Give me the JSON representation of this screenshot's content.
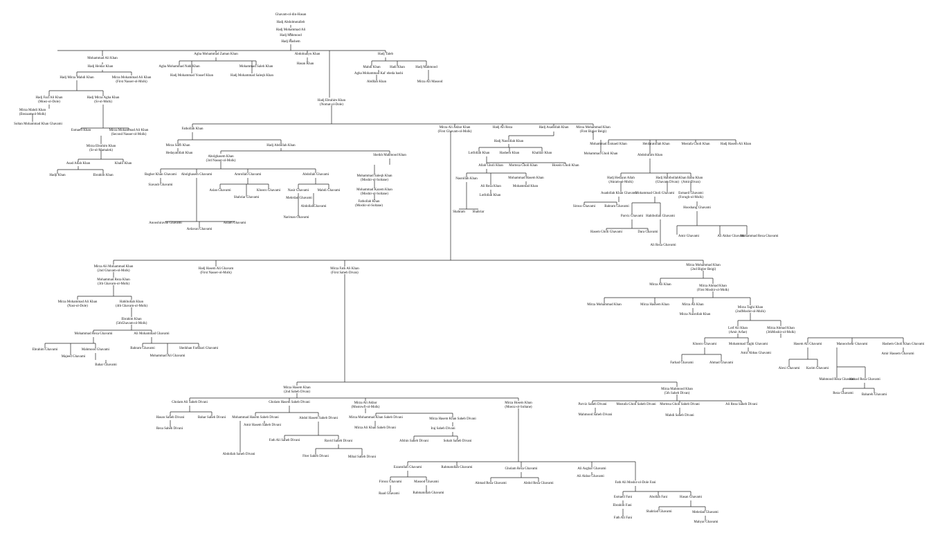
{
  "nodes": [
    [
      "Ghavam-ol-din-Hasan"
    ],
    [
      "Hadj Abdolmotalleb"
    ],
    [
      "Hadj Mohammad Ali"
    ],
    [
      "Hadj Mahmood"
    ],
    [
      "Hadj Hashem"
    ],
    [
      "Mohammad Ali Khan"
    ],
    [
      "Agha Mohammad Zaman Khan"
    ],
    [
      "Abdolnabyu Khan"
    ],
    [
      "Hadj Taleb"
    ],
    [
      "Hadj Heidar Khan"
    ],
    [
      "Agha Mohammad Nabi Khan"
    ],
    [
      "Hadj Mohammad Yousef Khan"
    ],
    [
      "Mohammad Saleh Khan"
    ],
    [
      "Hadj Mohammad Saleqh Khan"
    ],
    [
      "Hasan Khan"
    ],
    [
      "Mahdi Khan"
    ],
    [
      "Hadi Khan"
    ],
    [
      "Hadj Mahmood"
    ],
    [
      "Agha Mohammad Kal' ebeda bashi"
    ],
    [
      "Abdllah Khan"
    ],
    [
      "Mirza Ali Masood"
    ],
    [
      "Hadj Mirza Mahdi Khan"
    ],
    [
      "Mirza Mohammad Ali Khan",
      "(First Nasser-ol-Molk)"
    ],
    [
      "Hadj Fazl Ali Khan",
      "(Moez-ol-Dole)"
    ],
    [
      "Hadj Mirza Agha Khan",
      "(Sr-ol-Molk)"
    ],
    [
      "Mirza Mahdi Khan",
      "(Etezaam-ol-Molk)"
    ],
    [
      "Soltan Mohammad Khan Ghavami"
    ],
    [
      "Hadj Ebrahim Khan",
      "(Nomat-ol-Dole)"
    ],
    [
      "Esmaeil Khan"
    ],
    [
      "Mirza Mohammad Ali Khan",
      "(Second Nasser-ol-Molk)"
    ],
    [
      "Mirza Ebrahim Khan",
      "(Sr-ol-Mamalek)"
    ],
    [
      "Asad Allah Khan"
    ],
    [
      "Khalil Khan"
    ],
    [
      "Hadji Khan"
    ],
    [
      "Ebrahim Khan"
    ],
    [
      "Fathollah Khan"
    ],
    [
      "Mirza Saffi Khan"
    ],
    [
      "Hedayatollah Khan"
    ],
    [
      "Hadj Abdollah Khan"
    ],
    [
      "Sheikh Mahmood Khan"
    ],
    [
      "Abolghasem Khan",
      "(3rd Nasser-ol-Molk)"
    ],
    [
      "Bagher Khan Ghavami"
    ],
    [
      "Siavash Ghavami"
    ],
    [
      "Abolghasem Ghavami"
    ],
    [
      "Amrollah Ghavami"
    ],
    [
      "Abdollah Ghavami"
    ],
    [
      "Aslan Ghavami"
    ],
    [
      "Khosro Ghavami"
    ],
    [
      "Shahriar Ghavami"
    ],
    [
      "Nasir Ghavami"
    ],
    [
      "Mahdi Ghavami"
    ],
    [
      "Mehrdad Ghavami"
    ],
    [
      "AbdollahGhavami"
    ],
    [
      "Nariman Ghavami"
    ],
    [
      "Anooshiravan Ghavami"
    ],
    [
      "Ardavan Ghavami"
    ],
    [
      "Aslam Ghavami"
    ],
    [
      "Mohammad Saleqh Khan",
      "(Moshir-ol-Soltane)"
    ],
    [
      "Mohammad Kazem Khan",
      "(Moshir-ol-Soltane)"
    ],
    [
      "Fathollah Khan",
      "(Moshir-ol-Soltane)"
    ],
    [
      "Mirza Ali Akbar Khan",
      "(First Ghavam-ol-Molk)"
    ],
    [
      "Hadj Ali Reza"
    ],
    [
      "Hadj Asadollah Khan"
    ],
    [
      "Mirza Mohammad Khan",
      "(First Bigler Beigi)"
    ],
    [
      "Hadj Nasrollah Khan"
    ],
    [
      "Lotfollah Khan"
    ],
    [
      "Hashem Khan"
    ],
    [
      "Khalilar Khan"
    ],
    [
      "Allah Gholi Khan"
    ],
    [
      "Morteza Gholi Khan"
    ],
    [
      "Hosein Gholi Khan"
    ],
    [
      "Nasrollah Khan"
    ],
    [
      "Ali Reza Khan"
    ],
    [
      "Lotfollah Khan"
    ],
    [
      "Mohammad Hasem Khan"
    ],
    [
      "Mohammad Khan"
    ],
    [
      "Shahram"
    ],
    [
      "Shahriar"
    ],
    [
      "Mohammad Esmaeil Khan"
    ],
    [
      "Heidaratollah Khan"
    ],
    [
      "Mostafa Gholi Khan"
    ],
    [
      "Hadj Hasem Ali Khan"
    ],
    [
      "Mohammad Gholi Khan"
    ],
    [
      "Abdolrahim Khan"
    ],
    [
      "Hadj Hedayat Allah",
      "(Akram-ol-Molk)"
    ],
    [
      "Hadj Habibollah",
      "(Ghavam Divan)"
    ],
    [
      "Khan Baba Khan",
      "(Amir Divan)"
    ],
    [
      "Asadollah Khan Ghavami"
    ],
    [
      "Mohammad Gholi Ghavami"
    ],
    [
      "Esmaeil Ghavami",
      "(Forugh-ol-Molk)"
    ],
    [
      "Sirous Ghavami"
    ],
    [
      "Bahram Ghavami"
    ],
    [
      "Hooshang Ghavami"
    ],
    [
      "Parviz Ghavami"
    ],
    [
      "Habibollah Ghavami"
    ],
    [
      "Hasem Gholi Ghavami"
    ],
    [
      "Dara Ghavami"
    ],
    [
      "Ali Reza Ghavami"
    ],
    [
      "Amir Ghavami"
    ],
    [
      "Ali Akbar Ghavami"
    ],
    [
      "Mohammad Reza Ghavami"
    ],
    [
      "Mirza Ali Mohammad Khan",
      "(2nd Ghavam-ol-Molk)"
    ],
    [
      "Hadj Hasem Ali Ghavam",
      "(First Nasser-ol-Molk)"
    ],
    [
      "Mirza Fath Ali Khan",
      "(First Saheb Divan)"
    ],
    [
      "Mirza Mohammad Khan",
      "(2nd Bigler Beigi)"
    ],
    [
      "Mohammad Reza Khan",
      "(3th Ghavam-ol-Molk)"
    ],
    [
      "Mirza Mohammad Ali Khan",
      "(Nasr-ol-Dole)"
    ],
    [
      "Habibollah Khan",
      "(4th Ghavam-ol-Molk)"
    ],
    [
      "Ebrahim Khan",
      "(5thGhavam-ol-Molk)"
    ],
    [
      "Mohammad Reza Ghavami"
    ],
    [
      "Ali Mohammad Ghavami"
    ],
    [
      "Ebrahim Ghavami"
    ],
    [
      "Mahmood Ghavami"
    ],
    [
      "Majeed Ghavami"
    ],
    [
      "Bahar Ghavami"
    ],
    [
      "Bahram Ghavami"
    ],
    [
      "Sheikhan Farkhari Ghavami"
    ],
    [
      "Mohammad Ali Ghavami"
    ],
    [
      "Mirza Ali Khan"
    ],
    [
      "Mirza Ahmad Khan",
      "(First Moshir-ol-Molk)"
    ],
    [
      "Mirza Mohammad Khan"
    ],
    [
      "Mirza Hashem Khan"
    ],
    [
      "Mirza Ali Khan"
    ],
    [
      "Mirza Nasrollah Khan"
    ],
    [
      "Mirza Taghi Khan",
      "(2ndMoshir-ol-Molk)"
    ],
    [
      "Lotf Ali Khan",
      "(Amir Arfae)"
    ],
    [
      "Mirza Ahmad Khan",
      "(3thMoshir-ol-Molk)"
    ],
    [
      "Khosro Ghavami"
    ],
    [
      "Mohammad Taghi Ghavami"
    ],
    [
      "Amir Abbas Ghavami"
    ],
    [
      "Farhad Ghavami"
    ],
    [
      "Ahmad Ghavami"
    ],
    [
      "Hasem Ali Ghavami"
    ],
    [
      "Manoochehr Ghavami"
    ],
    [
      "Hashem Gholi Khan Ghavami"
    ],
    [
      "Amir Hassem Ghavami"
    ],
    [
      "Alexi Ghavami"
    ],
    [
      "Karim Ghavami"
    ],
    [
      "Mahmood Reza Ghavami"
    ],
    [
      "Ahmad Reza Ghavami"
    ],
    [
      "Reza Ghavami"
    ],
    [
      "Bahareh Ghavami"
    ],
    [
      "Mirza Hasem Khan",
      "(2nd Saheb Divan)"
    ],
    [
      "Mirza Mahmood Khan",
      "(5th Saheb Divan)"
    ],
    [
      "Gholam Ali Saheb Divani"
    ],
    [
      "Gholam Hasem Saheb Divani"
    ],
    [
      "Mirza Ali Akbar",
      "(Mostowfi-ol-Molk)"
    ],
    [
      "Mirza Hosein Khan",
      "(Moezz-ol-Soltane)"
    ],
    [
      "Parviz Saheb Divani"
    ],
    [
      "Mostafa Gholi Saheb Divani"
    ],
    [
      "Morteza Gholi Saheb Divani"
    ],
    [
      "Ali Reza Saheb Divani"
    ],
    [
      "Mahmood Saheb Divani"
    ],
    [
      "Mahdi Saheb Divani"
    ],
    [
      "Hasan Saheb Divani"
    ],
    [
      "Bahar Saheb Divani"
    ],
    [
      "Reza Saheb Divani"
    ],
    [
      "Mohammad Hasem Saheb Divani"
    ],
    [
      "Amir Hasem Saheb Divani"
    ],
    [
      "Abdol Hasem Saheb Divani"
    ],
    [
      "Fath Ali Saheb Divani"
    ],
    [
      "Ravid Saheb Divani"
    ],
    [
      "Fiter Saheb Divani"
    ],
    [
      "Mihal Saheb Divani"
    ],
    [
      "Abdollah Saheb Divani"
    ],
    [
      "Mirza Mohammad Khan Saheb Divani"
    ],
    [
      "Mirza Ali Khan Saheb Divani"
    ],
    [
      "Mirza Hasem Khan Saheb Divani"
    ],
    [
      "Iraj Saheb Divani"
    ],
    [
      "Afshin Saheb Divani"
    ],
    [
      "Sohab Saheb Divani"
    ],
    [
      "Ezzatollah Ghavami"
    ],
    [
      "Rahmatollah Ghavami"
    ],
    [
      "Gholam Reza Ghavami"
    ],
    [
      "Ali Asghar Ghavami"
    ],
    [
      "Ali Akbar Ghavami"
    ],
    [
      "Firooz Ghavami"
    ],
    [
      "Masood Ghavami"
    ],
    [
      "Raad Ghavami"
    ],
    [
      "Rahmatollah Ghavami"
    ],
    [
      "Ahmad Reza Ghavami"
    ],
    [
      "Abdol Reza Ghavami"
    ],
    [
      "Fath Ali Moshir-ol-Dole Fani"
    ],
    [
      "Esmaeil Fani"
    ],
    [
      "Abollah Fani"
    ],
    [
      "Hasan Ghavami"
    ],
    [
      "Ebrahim Fani"
    ],
    [
      "Fath Ali Fani"
    ],
    [
      "Shahriad Ghavami"
    ],
    [
      "Mehrdad Ghavami"
    ],
    [
      "Mahyar Ghavami"
    ]
  ]
}
